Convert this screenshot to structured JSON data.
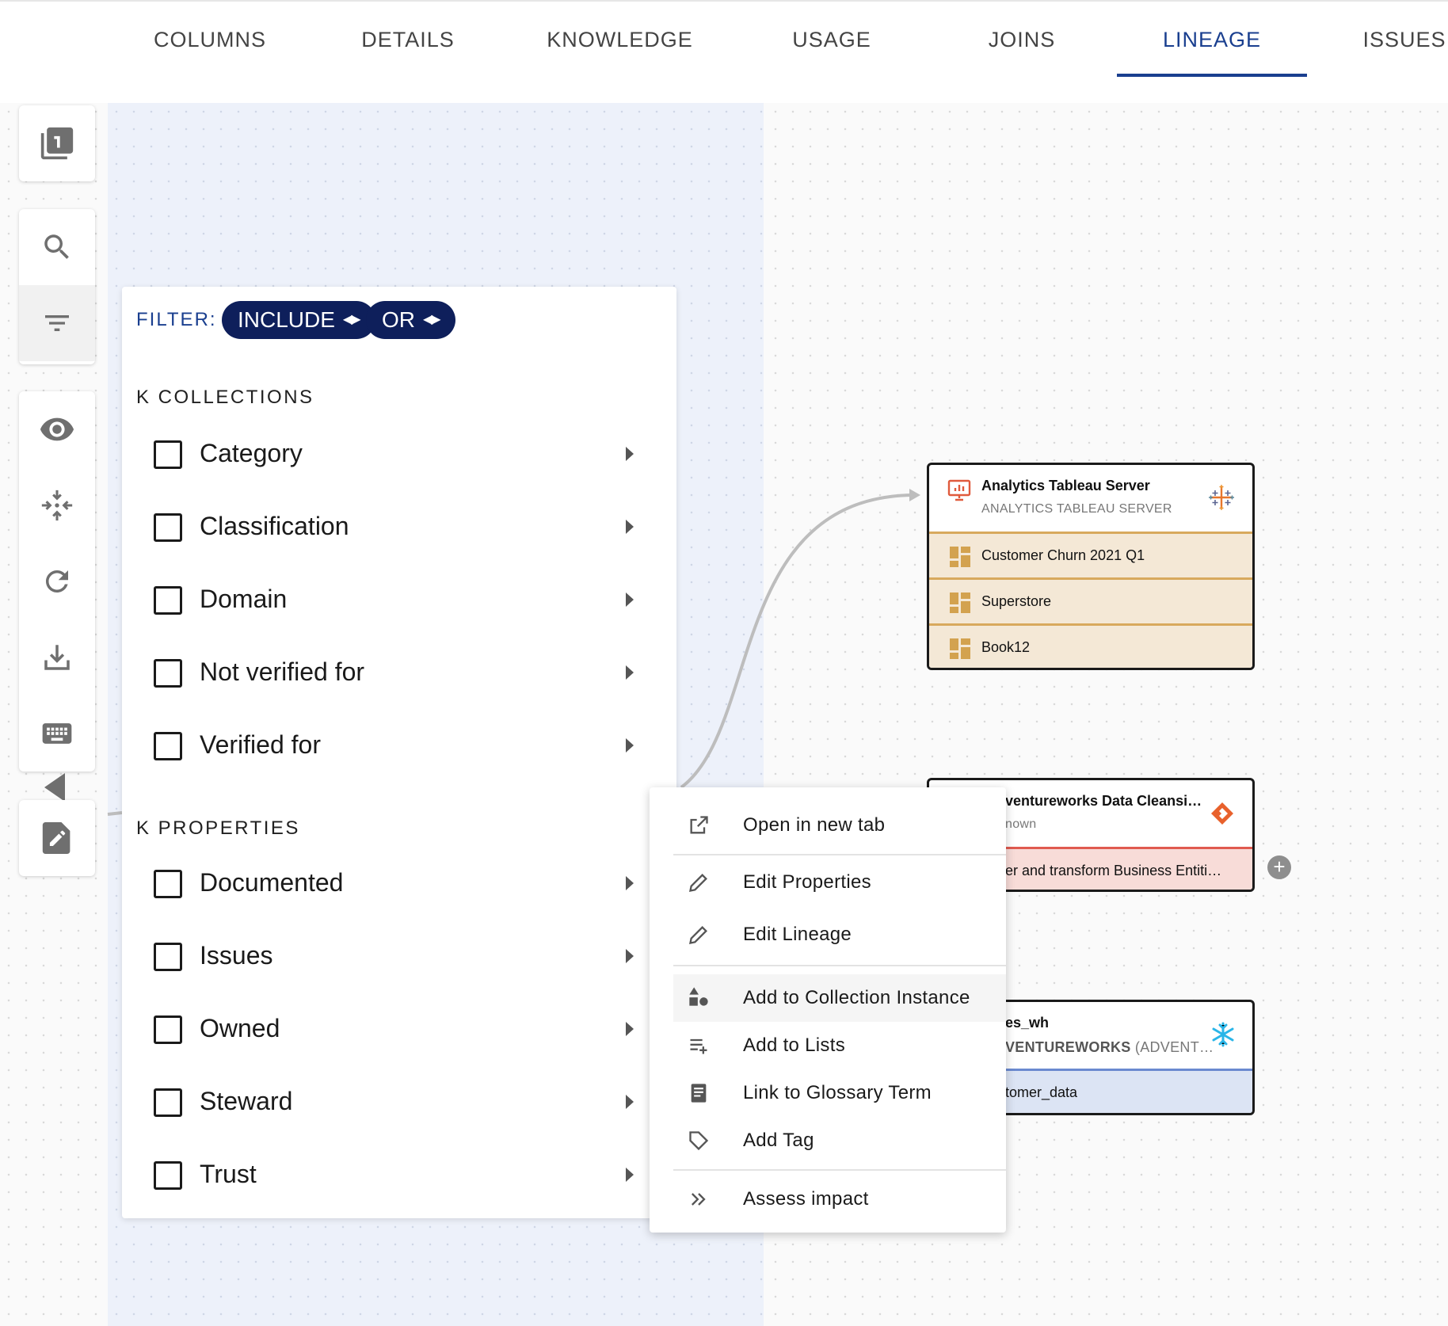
{
  "tabs": [
    {
      "label": "COLUMNS",
      "active": false
    },
    {
      "label": "DETAILS",
      "active": false
    },
    {
      "label": "KNOWLEDGE",
      "active": false
    },
    {
      "label": "USAGE",
      "active": false
    },
    {
      "label": "JOINS",
      "active": false
    },
    {
      "label": "LINEAGE",
      "active": true
    },
    {
      "label": "ISSUES",
      "active": false
    }
  ],
  "toolbar": {
    "page_badge": "1",
    "icons": [
      "pages-icon",
      "search-icon",
      "filter-icon",
      "eye-icon",
      "center-icon",
      "refresh-icon",
      "download-icon",
      "keyboard-icon",
      "edit-icon"
    ]
  },
  "filter_panel": {
    "label": "FILTER:",
    "include_pill": "INCLUDE",
    "or_pill": "OR",
    "collections_title": "K COLLECTIONS",
    "collections": [
      "Category",
      "Classification",
      "Domain",
      "Not verified for",
      "Verified for"
    ],
    "properties_title": "K PROPERTIES",
    "properties": [
      "Documented",
      "Issues",
      "Owned",
      "Steward",
      "Trust"
    ]
  },
  "nodes": {
    "tableau": {
      "title": "Analytics Tableau Server",
      "subtitle": "ANALYTICS TABLEAU SERVER",
      "rows": [
        "Customer Churn 2021 Q1",
        "Superstore",
        "Book12"
      ]
    },
    "cleansing": {
      "title": "ventureworks Data Cleansi…",
      "subtitle": "nown",
      "rows": [
        "er and transform Business Entiti…"
      ]
    },
    "snowflake": {
      "title": "es_wh",
      "subtitle_bold": "VENTUREWORKS",
      "subtitle_rest": " (ADVENT…",
      "rows": [
        "tomer_data"
      ]
    }
  },
  "context_menu": {
    "items": [
      {
        "label": "Open in new tab",
        "icon": "open-new-tab-icon"
      },
      {
        "label": "Edit Properties",
        "icon": "pencil-icon"
      },
      {
        "label": "Edit Lineage",
        "icon": "pencil-icon"
      },
      {
        "label": "Add to Collection Instance",
        "icon": "shapes-icon"
      },
      {
        "label": "Add to Lists",
        "icon": "playlist-add-icon"
      },
      {
        "label": "Link to Glossary Term",
        "icon": "document-icon"
      },
      {
        "label": "Add Tag",
        "icon": "tag-icon"
      },
      {
        "label": "Assess impact",
        "icon": "double-chevron-icon"
      }
    ]
  },
  "colors": {
    "accent": "#1a3f8f",
    "pill": "#0e1f5b",
    "tableau_row": "#f4e8d6",
    "cleansing_row": "#f8dcd8",
    "snowflake_row": "#dce4f4"
  }
}
